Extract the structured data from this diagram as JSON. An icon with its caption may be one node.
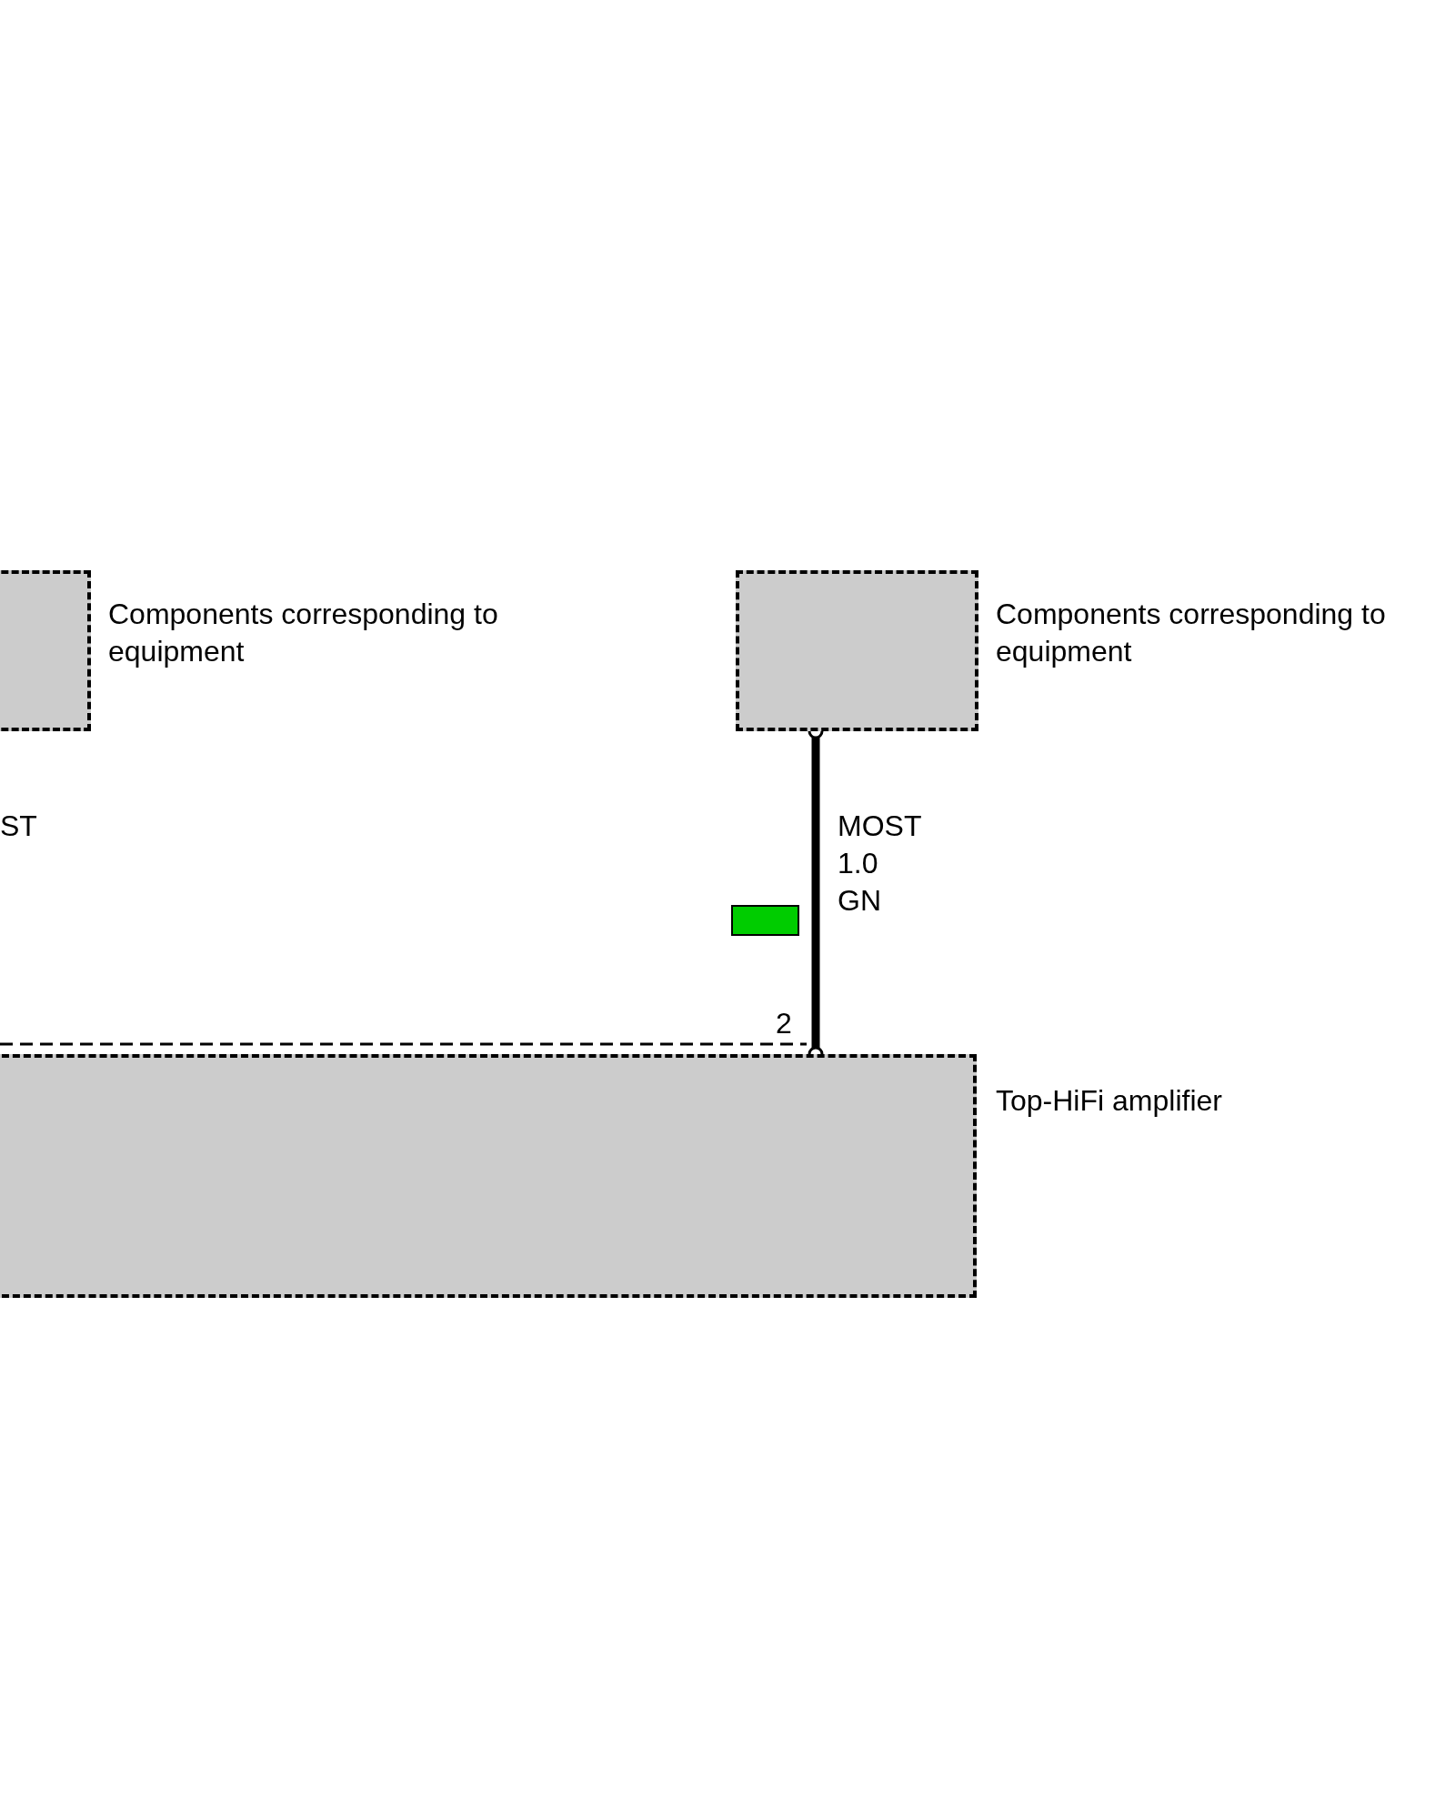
{
  "diagram": {
    "nodes": [
      {
        "text": [
          "Components corresponding to equipment"
        ]
      },
      {
        "text": [
          "Components corresponding to equipment"
        ]
      },
      {
        "text": [
          "Top-HiFi amplifier"
        ]
      }
    ],
    "edges": [
      {
        "from": 1,
        "to": 2,
        "arrow": "other",
        "label": "MOST 1.0 GN"
      }
    ],
    "labels": [
      "ST",
      "2"
    ]
  }
}
